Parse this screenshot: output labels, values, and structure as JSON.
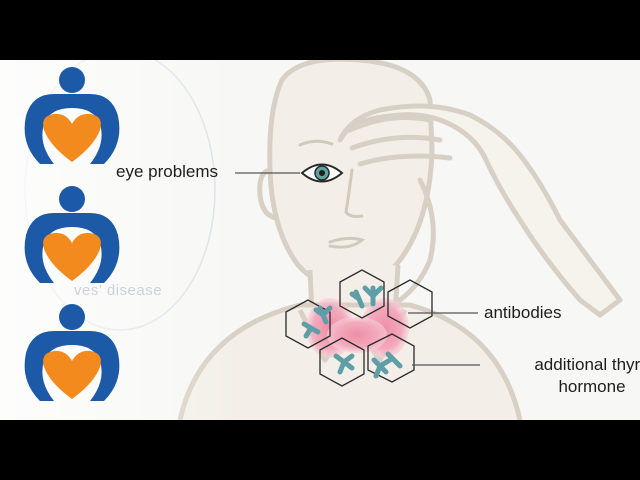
{
  "labels": {
    "eye": "eye problems",
    "antibodies": "antibodies",
    "additional_line1": "additional thyro",
    "additional_line2": "hormone",
    "faded_text": "ves' disease"
  },
  "colors": {
    "logo_blue": "#1c5aa8",
    "logo_orange": "#f28a1e",
    "gland_pink": "#f1a3b7",
    "antibody_teal": "#5f9ea7",
    "figure_outline": "#d8d0c4"
  },
  "icons": [
    "logo-icon",
    "eye-icon",
    "antibody-icon",
    "thyroid-gland-icon"
  ]
}
